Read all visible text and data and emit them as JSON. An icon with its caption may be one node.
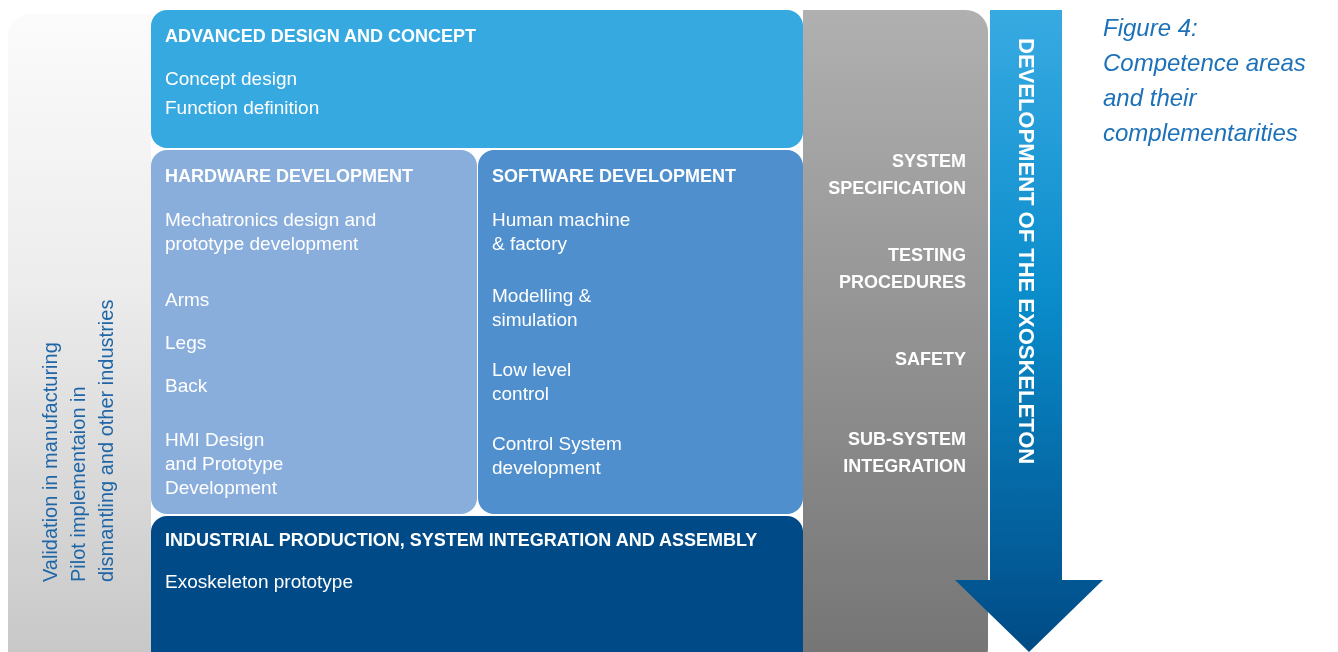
{
  "diagram": {
    "caption": "Figure 4: Competence areas and their complementarities",
    "nodes": [
      {
        "text": [
          "Validation in manufacturing",
          "Pilot implementaion in dismantling and other industries"
        ]
      },
      {
        "text": [
          "ADVANCED DESIGN AND CONCEPT",
          "Concept design",
          "Function definition"
        ]
      },
      {
        "text": [
          "HARDWARE DEVELOPMENT",
          "Mechatronics design and prototype development",
          "Arms",
          "Legs",
          "Back",
          "HMI Design and Prototype Development"
        ]
      },
      {
        "text": [
          "SOFTWARE DEVELOPMENT",
          "Human machine & factory",
          "Modelling & simulation",
          "Low level control",
          "Control System development"
        ]
      },
      {
        "text": [
          "INDUSTRIAL PRODUCTION, SYSTEM INTEGRATION AND ASSEMBLY",
          "Exoskeleton prototype"
        ]
      },
      {
        "text": [
          "SYSTEM SPECIFICATION",
          "TESTING PROCEDURES",
          "SAFETY",
          "SUB-SYSTEM INTEGRATION"
        ]
      },
      {
        "text": [
          "DEVELOPMENT OF THE EXOSKELETON"
        ]
      }
    ]
  }
}
